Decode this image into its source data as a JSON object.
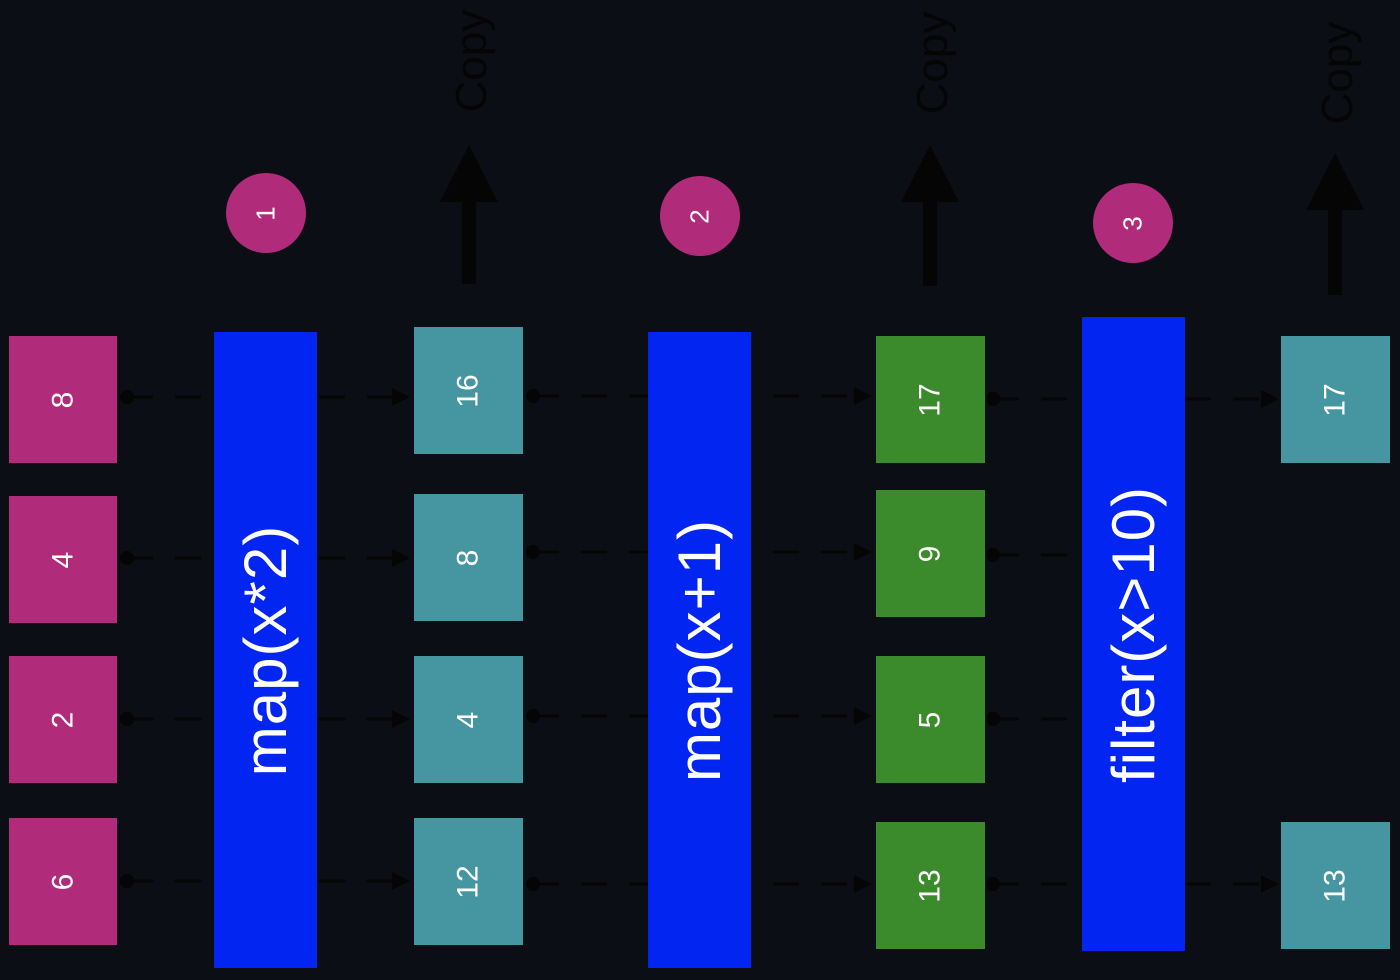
{
  "colors": {
    "background": "#0b0e14",
    "input": "#b12b7b",
    "copy_output": "#4596a0",
    "intermediate": "#3b8a2b",
    "operator": "#0325f1",
    "badge": "#b12b7b",
    "arrow": "#050505"
  },
  "inputs": [
    "8",
    "4",
    "2",
    "6"
  ],
  "operators": [
    "map(x*2)",
    "map(x+1)",
    "filter(x>10)"
  ],
  "badges": [
    "1",
    "2",
    "3"
  ],
  "copy_label": "Copy",
  "stage1_outputs": [
    "16",
    "8",
    "4",
    "12"
  ],
  "stage2_outputs": [
    "17",
    "9",
    "5",
    "13"
  ],
  "stage3_outputs": [
    "17",
    "13"
  ]
}
